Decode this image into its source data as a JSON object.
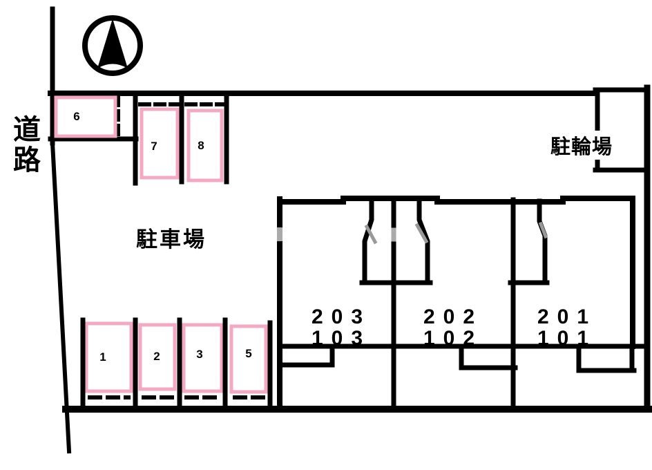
{
  "labels": {
    "road": "道路",
    "parking_lot": "駐車場",
    "bicycle_parking": "駐輪場"
  },
  "parking": {
    "spaces": [
      {
        "label": "1"
      },
      {
        "label": "2"
      },
      {
        "label": "3"
      },
      {
        "label": "5"
      },
      {
        "label": "6"
      },
      {
        "label": "7"
      },
      {
        "label": "8"
      }
    ]
  },
  "units": [
    {
      "upper": "203",
      "lower": "103"
    },
    {
      "upper": "202",
      "lower": "102"
    },
    {
      "upper": "201",
      "lower": "101"
    }
  ],
  "colors": {
    "line": "#000000",
    "space_border_pink": "#F4A9C3",
    "stair_mark_gray": "#999999"
  }
}
